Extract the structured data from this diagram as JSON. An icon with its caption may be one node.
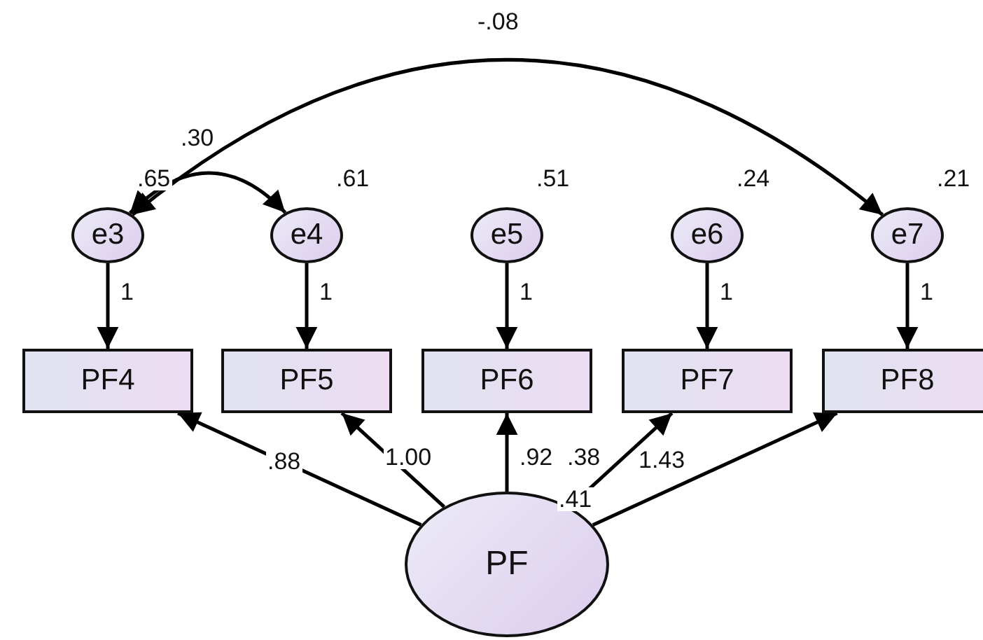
{
  "diagram": {
    "nodes": [
      {
        "text": [
          "e3"
        ],
        "beside": [
          ".65"
        ]
      },
      {
        "text": [
          "e4"
        ],
        "beside": [
          ".61"
        ]
      },
      {
        "text": [
          "e5"
        ],
        "beside": [
          ".51"
        ]
      },
      {
        "text": [
          "e6"
        ],
        "beside": [
          ".24"
        ]
      },
      {
        "text": [
          "e7"
        ],
        "beside": [
          ".21"
        ]
      },
      {
        "text": [
          "PF4"
        ]
      },
      {
        "text": [
          "PF5"
        ]
      },
      {
        "text": [
          "PF6"
        ]
      },
      {
        "text": [
          "PF7"
        ]
      },
      {
        "text": [
          "PF8"
        ]
      },
      {
        "text": [
          "PF"
        ]
      }
    ],
    "edges": [
      {
        "from": 0,
        "to": 5,
        "arrow": "to",
        "label": "1"
      },
      {
        "from": 1,
        "to": 6,
        "arrow": "to",
        "label": "1"
      },
      {
        "from": 2,
        "to": 7,
        "arrow": "to",
        "label": "1"
      },
      {
        "from": 3,
        "to": 8,
        "arrow": "to",
        "label": "1"
      },
      {
        "from": 4,
        "to": 9,
        "arrow": "to",
        "label": "1"
      },
      {
        "from": 10,
        "to": 5,
        "arrow": "to",
        "label": ".88"
      },
      {
        "from": 10,
        "to": 6,
        "arrow": "to",
        "label": "1.00"
      },
      {
        "from": 10,
        "to": 7,
        "arrow": "to",
        "label": ".92"
      },
      {
        "from": 10,
        "to": 8,
        "arrow": "to",
        "label": ".41"
      },
      {
        "from": 10,
        "to": 9,
        "arrow": "to"
      },
      {
        "from": 0,
        "to": 1,
        "arrow": "both",
        "label": ".30"
      },
      {
        "from": 0,
        "to": 4,
        "arrow": "both",
        "label": "-.08"
      }
    ],
    "labels": [
      ".38",
      "1.43"
    ]
  }
}
